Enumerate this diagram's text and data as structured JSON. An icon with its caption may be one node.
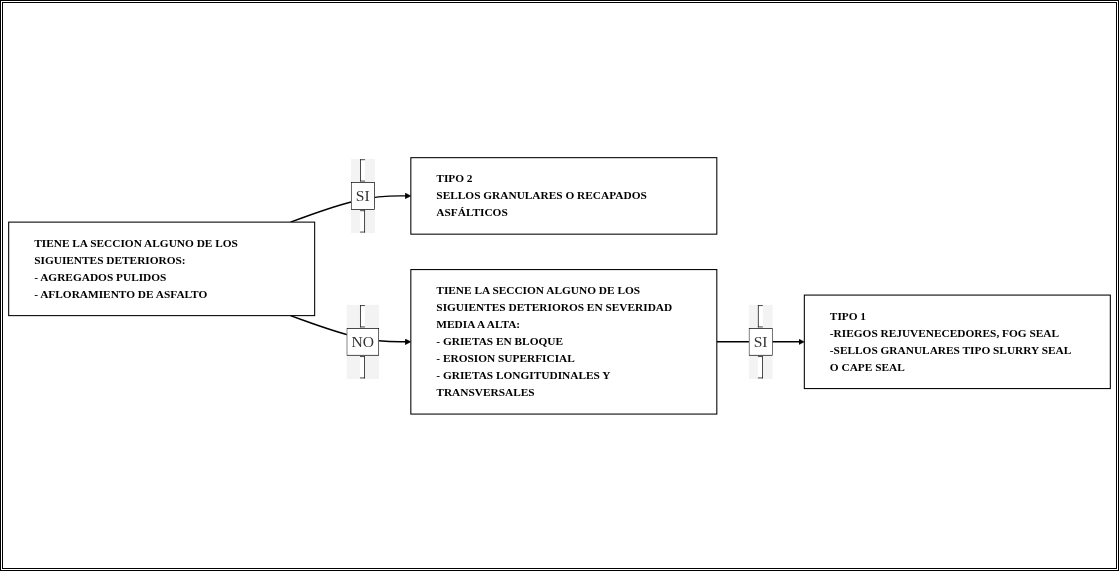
{
  "diagram": {
    "nodes": [
      {
        "text": [
          "TIENE LA SECCION ALGUNO DE LOS SIGUIENTES DETERIOROS:",
          "- AGREGADOS PULIDOS",
          "- AFLORAMIENTO DE ASFALTO"
        ]
      },
      {
        "text": [
          "TIPO 2",
          "SELLOS GRANULARES O RECAPADOS ASFÁLTICOS"
        ]
      },
      {
        "text": [
          "TIENE LA SECCION ALGUNO DE LOS SIGUIENTES DETERIOROS EN SEVERIDAD MEDIA A ALTA:",
          "- GRIETAS EN BLOQUE",
          "- EROSION SUPERFICIAL",
          "- GRIETAS LONGITUDINALES Y TRANSVERSALES"
        ]
      },
      {
        "text": [
          "TIPO 1",
          "-RIEGOS REJUVENECEDORES, FOG SEAL",
          "-SELLOS GRANULARES TIPO SLURRY SEAL O CAPE SEAL"
        ]
      }
    ],
    "edges": [
      {
        "from": 0,
        "to": 1,
        "arrow": "to",
        "label": "SI"
      },
      {
        "from": 0,
        "to": 2,
        "arrow": "to",
        "label": "NO"
      },
      {
        "from": 2,
        "to": 3,
        "arrow": "to",
        "label": "SI"
      }
    ]
  }
}
